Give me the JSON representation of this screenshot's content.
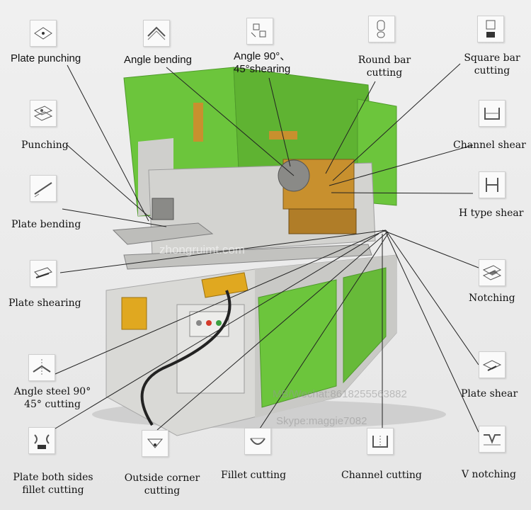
{
  "labels": {
    "plate_punching": "Plate punching",
    "angle_bending": "Angle bending",
    "angle_shearing_1": "Angle 90°、",
    "angle_shearing_2": "45°shearing",
    "round_bar_1": "Round bar",
    "round_bar_2": "cutting",
    "square_bar_1": "Square bar",
    "square_bar_2": "cutting",
    "punching": "Punching",
    "channel_shear": "Channel shear",
    "plate_bending": "Plate bending",
    "h_type_shear": "H type shear",
    "plate_shearing": "Plate shearing",
    "notching": "Notching",
    "angle_steel_1": "Angle steel 90°",
    "angle_steel_2": "45° cutting",
    "plate_shear": "Plate shear",
    "plate_both_1": "Plate both sides",
    "plate_both_2": "fillet cutting",
    "outside_corner_1": "Outside corner",
    "outside_corner_2": "cutting",
    "fillet_cutting": "Fillet cutting",
    "channel_cutting": "Channel cutting",
    "v_notching": "V notching"
  },
  "watermarks": {
    "site": "zhongruimt.com",
    "contact": "MB/Wechat:8618255563882",
    "skype": "Skype:maggie7082"
  },
  "colors": {
    "machine_green": "#6cc53c",
    "machine_grey": "#d9d9d6",
    "tool_orange": "#c8902e",
    "leader_line": "#222222"
  }
}
